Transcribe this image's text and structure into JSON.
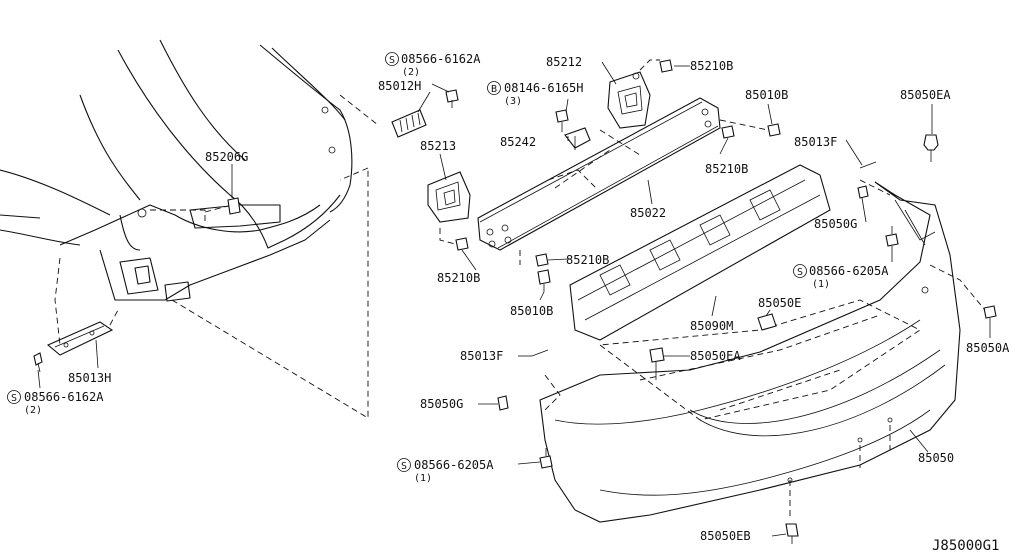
{
  "diagram_code": "J85000G1",
  "callouts": [
    {
      "id": "c1",
      "text": "08566-6162A",
      "prefix": "S",
      "qty": "(2)"
    },
    {
      "id": "c2",
      "text": "85012H"
    },
    {
      "id": "c3",
      "text": "85212"
    },
    {
      "id": "c4",
      "text": "85210B"
    },
    {
      "id": "c5",
      "text": "08146-6165H",
      "prefix": "B",
      "qty": "(3)"
    },
    {
      "id": "c6",
      "text": "85010B"
    },
    {
      "id": "c7",
      "text": "85050EA"
    },
    {
      "id": "c8",
      "text": "85242"
    },
    {
      "id": "c9",
      "text": "85013F"
    },
    {
      "id": "c10",
      "text": "85213"
    },
    {
      "id": "c11",
      "text": "85210B"
    },
    {
      "id": "c12",
      "text": "85206G"
    },
    {
      "id": "c13",
      "text": "85022"
    },
    {
      "id": "c14",
      "text": "85050G"
    },
    {
      "id": "c15",
      "text": "85210B"
    },
    {
      "id": "c16",
      "text": "85210B"
    },
    {
      "id": "c17",
      "text": "08566-6205A",
      "prefix": "S",
      "qty": "(1)"
    },
    {
      "id": "c18",
      "text": "85010B"
    },
    {
      "id": "c19",
      "text": "85050E"
    },
    {
      "id": "c20",
      "text": "85090M"
    },
    {
      "id": "c21",
      "text": "85050A"
    },
    {
      "id": "c22",
      "text": "85013H"
    },
    {
      "id": "c23",
      "text": "08566-6162A",
      "prefix": "S",
      "qty": "(2)"
    },
    {
      "id": "c24",
      "text": "85013F"
    },
    {
      "id": "c25",
      "text": "85050EA"
    },
    {
      "id": "c26",
      "text": "85050G"
    },
    {
      "id": "c27",
      "text": "85050"
    },
    {
      "id": "c28",
      "text": "08566-6205A",
      "prefix": "S",
      "qty": "(1)"
    },
    {
      "id": "c29",
      "text": "85050EB"
    }
  ]
}
